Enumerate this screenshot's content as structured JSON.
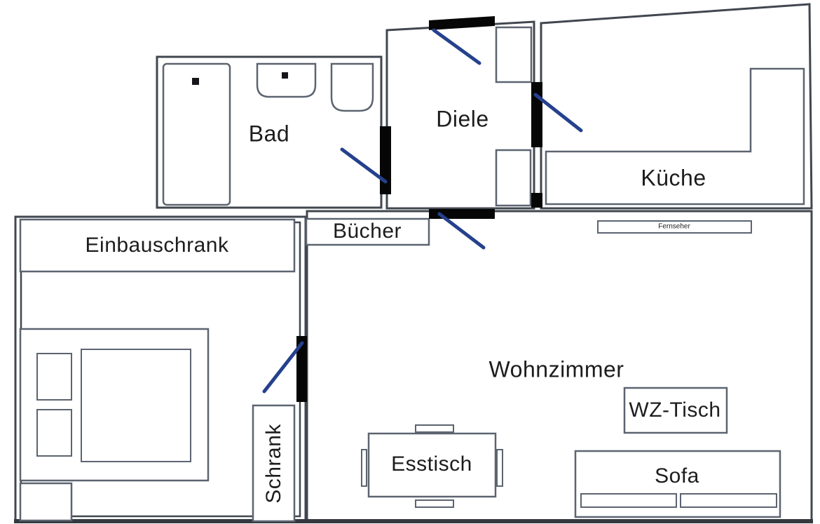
{
  "diagram": {
    "type": "floor-plan",
    "language": "de"
  },
  "rooms": {
    "bad": "Bad",
    "diele": "Diele",
    "kueche": "Küche",
    "wohnzimmer": "Wohnzimmer"
  },
  "furniture": {
    "einbauschrank": "Einbauschrank",
    "buecher": "Bücher",
    "schrank": "Schrank",
    "esstisch": "Esstisch",
    "wz_tisch": "WZ-Tisch",
    "sofa": "Sofa",
    "fernseher": "Fernseher"
  },
  "colors": {
    "wall": "#41474f",
    "furniture": "#5c6470",
    "door": "#060606",
    "door_swing": "#25418d",
    "text": "#1d1d1f",
    "background": "#ffffff"
  }
}
